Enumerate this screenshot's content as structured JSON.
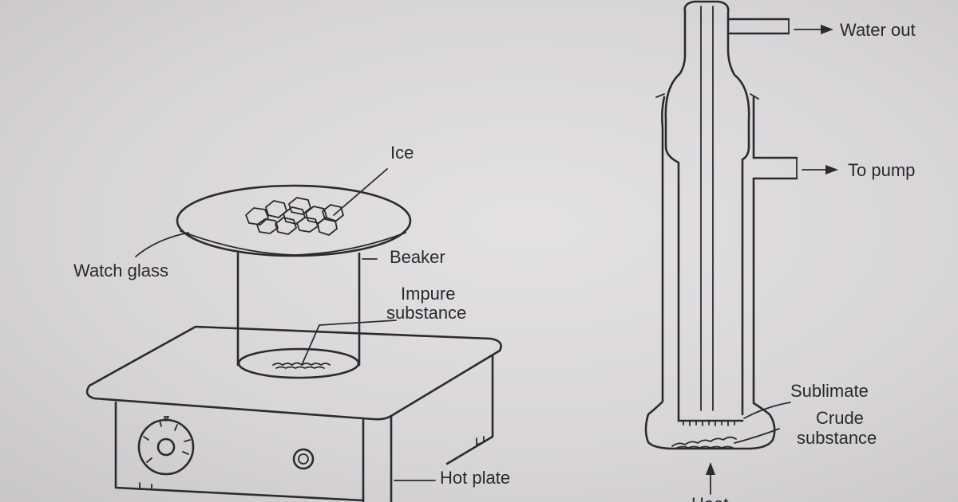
{
  "labels": {
    "ice": "Ice",
    "watch_glass": "Watch glass",
    "beaker": "Beaker",
    "impure_1": "Impure",
    "impure_2": "substance",
    "hot_plate": "Hot plate",
    "water_out": "Water out",
    "to_pump": "To pump",
    "sublimate": "Sublimate",
    "crude_1": "Crude",
    "crude_2": "substance",
    "heat": "Heat"
  },
  "colors": {
    "ink": "#2b2b2e",
    "paper": "#dcd9dc"
  }
}
